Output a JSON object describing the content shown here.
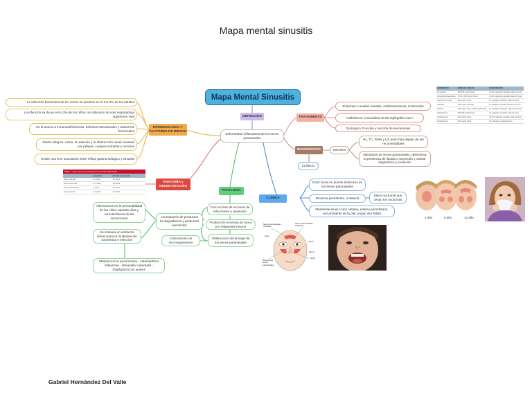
{
  "page": {
    "title": "Mapa mental sinusitis",
    "author": "Gabriel Hernández Del Valle"
  },
  "central": {
    "label": "Mapa Mental Sinusitis"
  },
  "definicion": {
    "tag": "DEFINICIÓN",
    "text": "Enfermedad inflamatoria de los senos paranasales"
  },
  "epidemiologia": {
    "tag": "EPIDEMIOLOGÍA Y FACTORES DE RIESGO",
    "items": [
      "La infección bacteriana de los senos se produce en el 0,5-2% de los adultos",
      "La infección se da en el 6-13% de los niños con infección de vías respiratorias superiores viral",
      "Se la asocia a inmunodeficiencias, defectos estructurales y trastornos funcionales",
      "Rinitis alérgica, asma, la natación y la obstrucción nasal causada por pólipos, cuerpos extraños y tumores",
      "Existe una leve asociación entre reflujo gastroesofágico y sinusitis"
    ]
  },
  "anatomia": {
    "tag": "ANATOMÍA y NEUMATIZACIÓN",
    "table": {
      "caption": "Tabla 1 · Seno y fin de la formación de los senos paranasales",
      "headers": [
        "",
        "Aparición",
        "Fin del desarrollo"
      ],
      "rows": [
        [
          "Seno maxilar",
          "Al nacer",
          "15 años"
        ],
        [
          "Seno etmoidal",
          "3-7 años",
          "15 años"
        ],
        [
          "Seno esfenoidal",
          "5 años",
          "15 años"
        ],
        [
          "Seno frontal",
          "6-7 años",
          "12 años"
        ]
      ]
    }
  },
  "patologia": {
    "tag": "PATOLOGÍA",
    "items": [
      "Ciclo vicioso de un bucle de infecciones a repetición",
      "Producción excesiva de moco por respuesta inmune",
      "Obstrucción del drenaje de los senos paranasales"
    ],
    "branches": [
      "Acumulación de productos de degradación y productos purulentos",
      "Colonización de microorganismos"
    ],
    "leftBoxes": [
      "Alteraciones en la permeabilidad de los cilios, aparato ciliar y características de las secreciones",
      "Se instaura un ambiente idóneo para la multiplicación bacteriana e infección",
      "Streptococcus pneumoniae - Haemophilus influenzae - Moraxella catarrhalis - Staphylococcus aureus"
    ]
  },
  "clinica": {
    "tag": "CLÍNICA",
    "items": [
      "Dolor facial en puntos dolorosos de los senos paranasales",
      "Rinorrea persistente, unilateral",
      "Manifestaciones como cefalea, edema periorbitario, escurrimiento de la piel, propio olor fétido"
    ],
    "sub": "Estos nocturnal que cesan los nocturnas"
  },
  "tratamiento": {
    "tag": "TRATAMIENTO",
    "items": [
      "Síntomas: Lavados nasales, Antihistamínicos, Corticoides",
      "Antibióticos: Amoxicilina 40-80 mg/kg/día c/12 h",
      "Quirúrgico: Punción y succión de secreciones"
    ]
  },
  "diagnostico": {
    "tag": "DIAGNÓSTICO",
    "imagen": "IMAGEN",
    "clinico": "CLÍNICO",
    "items": [
      "Rx, TC, RMN y US porin han dejado de ser recomendables",
      "Valoración de senos paranasales, determinar la presencia de líquido o secreción y valorar diagnóstico y evolución"
    ]
  },
  "antibioticTable": {
    "headers": [
      "ANTIBIÓTICO",
      "DOSIS DE ADULTO",
      "DOSIS INFANTIL"
    ],
    "rows": [
      [
        "Amoxicilina",
        "500-875 mg/12 horas",
        "40-90 mg/kg/día repartido cada 12 horas"
      ],
      [
        "Amoxicilina/clavulánico",
        "875 a 2.000 mg/12 horas",
        "45-90 mg/kg/día repartido cada 12 horas"
      ],
      [
        "Cefuroxima axetilo",
        "500 mg/12 horas",
        "30 mg/kg/día repartido cada 12 horas"
      ],
      [
        "Cefixima",
        "400 mg/12-24 horas",
        "8 mg/kg/día repartido cada 12-24 horas"
      ],
      [
        "Cefdinir",
        "300 mg/12 horas o 600 mg/24 horas",
        "14 mg/kg/día repartido cada 12-24 horas"
      ],
      [
        "Cefpodoxima",
        "200-400 mg/12 horas",
        "10 mg/kg/día repartido cada 12 horas"
      ],
      [
        "Levofloxacino",
        "500 mg/24 horas",
        "10-20 mg/kg/día repartido cada 12 horas"
      ],
      [
        "Moxifloxacino",
        "400 mg/24 horas",
        "No indicado en adolescentes"
      ]
    ]
  },
  "diagram": {
    "labels": [
      "Senos paranasales frontales",
      "Senos paranasales inferiores",
      "Seno",
      "Seno",
      "Nariz",
      "Flema",
      "Área de los senos paranasales"
    ]
  },
  "ages": [
    "1 año",
    "5 año",
    "12 año"
  ]
}
